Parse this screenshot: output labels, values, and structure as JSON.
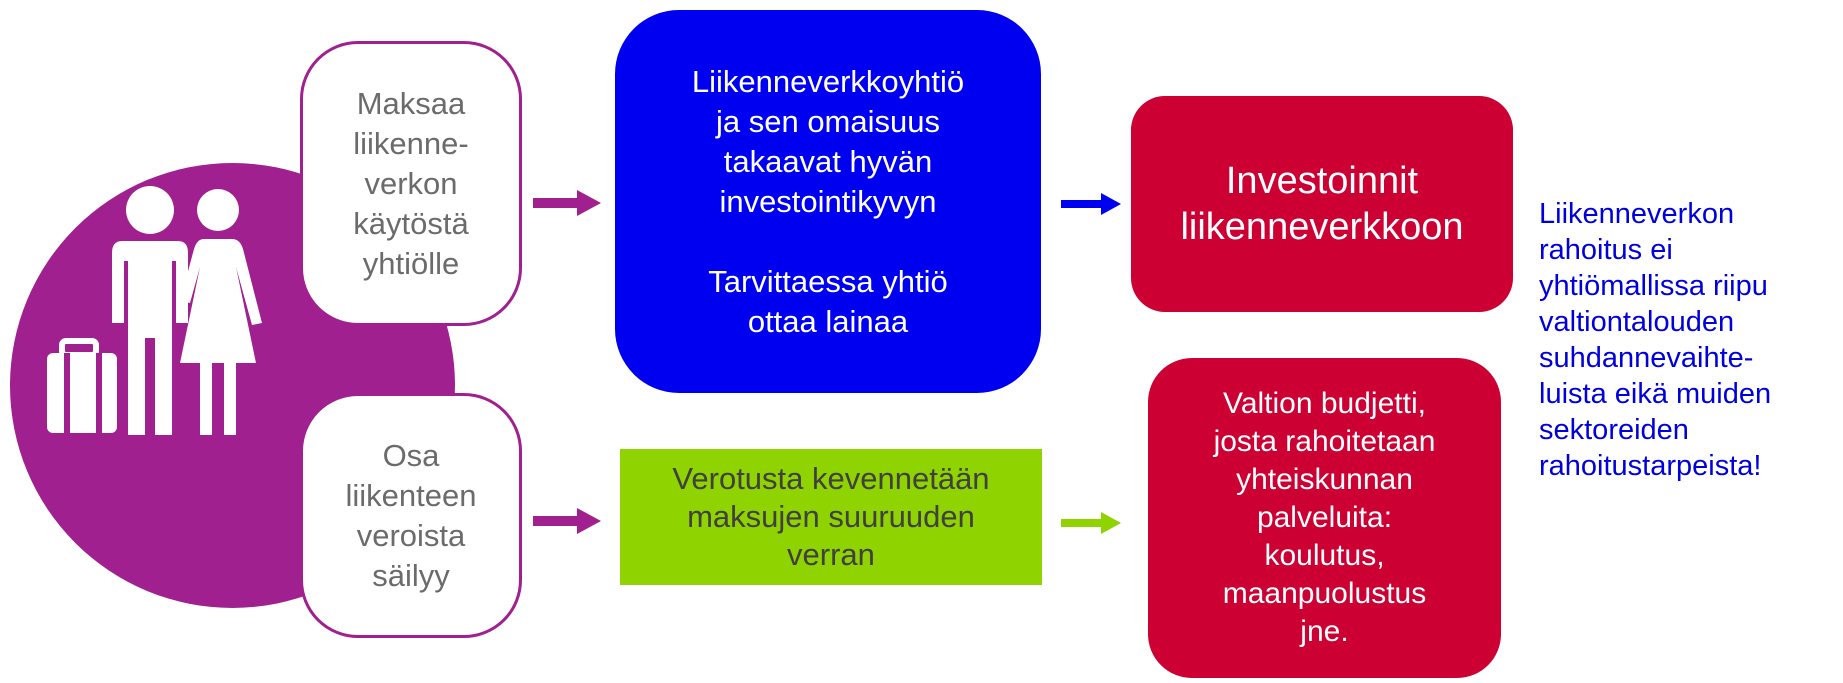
{
  "diagram": {
    "pay_box": {
      "text": "Maksaa\nliikenne-\nverkon\nkäytöstä\nyhtiölle"
    },
    "tax_box": {
      "text": "Osa\nliikenteen\nveroista\nsäilyy"
    },
    "company_box": {
      "text": "Liikenneverkkoyhtiö\nja sen omaisuus\ntakaavat hyvän\ninvestointikyvyn\n\nTarvittaessa yhtiö\nottaa lainaa"
    },
    "tax_relief_box": {
      "text": "Verotusta kevennetään\nmaksujen suuruuden\nverran"
    },
    "investment_box": {
      "text": "Investoinnit\nliikenneverkkoon"
    },
    "budget_box": {
      "text": "Valtion budjetti,\njosta rahoitetaan\nyhteiskunnan\npalveluita:\nkoulutus,\nmaanpuolustus\njne."
    },
    "side_note": {
      "text": "Liikenneverkon\nrahoitus ei\nyhtiömallissa riipu\nvaltiontalouden\nsuhdannevaihte-\nluista eikä muiden\nsektoreiden\nrahoitustarpeista!"
    },
    "icons": [
      "travelers-icon",
      "suitcase-icon"
    ],
    "colors": {
      "purple": "#a0208f",
      "blue": "#0000f0",
      "green": "#8fd400",
      "red": "#cc0033",
      "note_text": "#0000dd",
      "gray_text": "#6b6b6b"
    }
  }
}
